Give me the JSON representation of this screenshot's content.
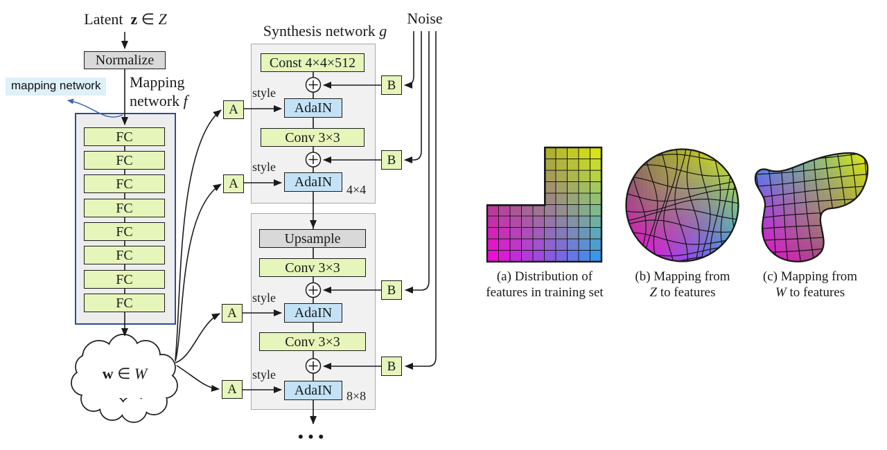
{
  "colors": {
    "line": "#1a1a1a",
    "green_box": "#e6f5ba",
    "adain_box": "#c3e2f6",
    "gray_box": "#d9d9d9",
    "block_bg": "#f1f1f1",
    "mapping_box_bg": "#ededed",
    "mapping_box_border": "#2c4d92",
    "annotation_bg": "#def0f8",
    "annotation_arrow": "#3a64b4"
  },
  "mapping_network": {
    "latent": {
      "prefix": "Latent",
      "z": "z",
      "element_of": "∈",
      "space": "Z"
    },
    "normalize": "Normalize",
    "annotation": "mapping network",
    "title_line1": "Mapping",
    "title_line2": "network",
    "f": "f",
    "fc": "FC",
    "fc_count": 8,
    "cloud": {
      "w": "w",
      "element_of": "∈",
      "space": "W"
    }
  },
  "synthesis_network": {
    "title": "Synthesis network",
    "g": "g",
    "noise": "Noise",
    "const_label": "Const 4×4×512",
    "conv_label": "Conv 3×3",
    "upsample_label": "Upsample",
    "adain_label": "AdaIN",
    "style_label": "style",
    "a_label": "A",
    "b_label": "B",
    "res_4": "4×4",
    "res_8": "8×8",
    "ellipsis": "•••"
  },
  "panels": {
    "a": {
      "caption_line1": "(a) Distribution of",
      "caption_line2": "features in training set",
      "grid": {
        "rows": 10,
        "cols": 10,
        "missing_region": "top-left 5×5",
        "corner_colors": {
          "tl": "#6e7050",
          "tr": "#e6ee06",
          "bl": "#ff00dc",
          "br": "#2898f6"
        }
      }
    },
    "b": {
      "caption_line1": "(b) Mapping from",
      "caption_space": "Z",
      "caption_rest": "to features",
      "corner_colors": {
        "tl": "#6e7050",
        "tr": "#e6ee06",
        "bl": "#ff00dc",
        "br": "#2898f6"
      }
    },
    "c": {
      "caption_line1": "(c) Mapping from",
      "caption_space": "W",
      "caption_rest": "to features",
      "corner_colors": {
        "tl": "#2898f6",
        "tr": "#e6ee06",
        "bl": "#ff00dc",
        "br": "#6e7050"
      }
    }
  }
}
